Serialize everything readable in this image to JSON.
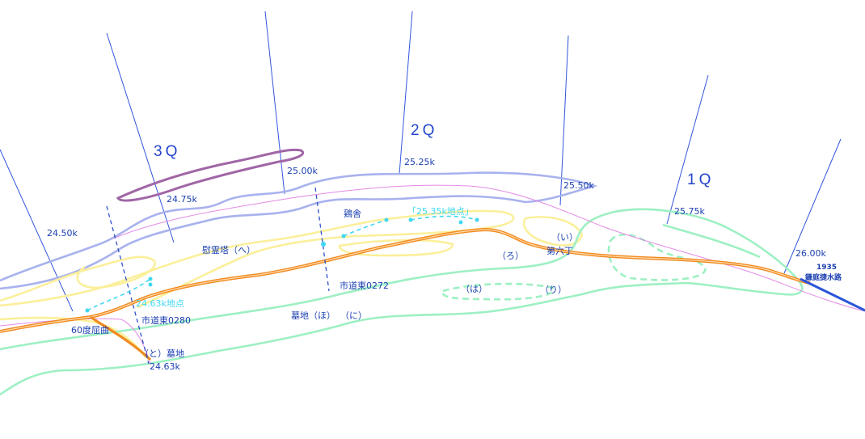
{
  "map": {
    "quadrant_labels": {
      "q1": "1Q",
      "q2": "2Q",
      "q3": "3Q"
    },
    "distance_markers": {
      "k24_50": "24.50k",
      "k24_75": "24.75k",
      "k25_00": "25.00k",
      "k25_25": "25.25k",
      "k25_50": "25.50k",
      "k25_75": "25.75k",
      "k26_00": "26.00k",
      "k24_63": "24.63k"
    },
    "site_labels": {
      "niwatori": "鶏舎",
      "ireito": "慰霊塔（へ）",
      "shido_0272": "市道東0272",
      "shido_0280": "市道東0280",
      "bochi_ho": "墓地（ほ）",
      "ni": "（に）",
      "to_bochi": "（と）墓地",
      "kyokkyoku": "60度屈曲",
      "i": "（い）",
      "ro": "（ろ）",
      "ha": "（は）",
      "ri": "（り）",
      "daiichi": "第六丁",
      "year": "1935",
      "kamakura": "鎌庭捷水路"
    },
    "cyan_points": {
      "p2535": "「25.35k地点」",
      "p2463": "24.63k地点"
    },
    "colors": {
      "blue_guide": "#3355dd",
      "lavender": "#a8b2ee",
      "purple": "#a066a6",
      "yellow": "#fbef9a",
      "green": "#9df0c2",
      "orange": "#f08a20",
      "pink": "#e38be6",
      "cyan": "#40d8f0",
      "dashed_blue": "#3050c8",
      "channel_blue": "#2a55d8"
    }
  }
}
